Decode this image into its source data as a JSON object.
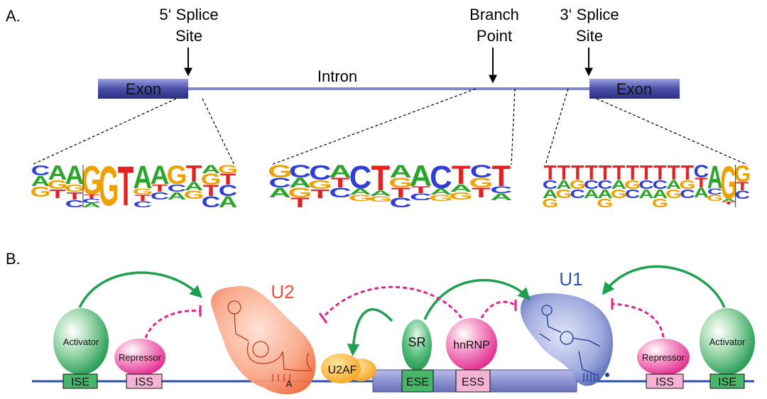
{
  "panel_a": {
    "panel_label": "A.",
    "five_prime_label": [
      "5‘ Splice",
      "Site"
    ],
    "branch_label": [
      "Branch",
      "Point"
    ],
    "three_prime_label": [
      "3‘ Splice",
      "Site"
    ],
    "exon_left": "Exon",
    "exon_right": "Exon",
    "intron": "Intron",
    "logo_5ss": [
      "C",
      "A",
      "A",
      "G",
      "G",
      "T",
      "A",
      "A",
      "G",
      "T",
      "A",
      "G"
    ],
    "logo_bp": [
      "G",
      "C",
      "C",
      "A",
      "C",
      "T",
      "A",
      "A",
      "C",
      "T",
      "C",
      "T"
    ],
    "logo_3ss": [
      "T",
      "T",
      "T",
      "T",
      "T",
      "T",
      "T",
      "T",
      "T",
      "T",
      "T",
      "C",
      "A",
      "G",
      "G"
    ]
  },
  "panel_b": {
    "panel_label": "B.",
    "u2": "U2",
    "u1": "U1",
    "u2af": "U2AF",
    "sr": "SR",
    "hnrnp": "hnRNP",
    "activator_left": "Activator",
    "activator_right": "Activator",
    "repressor_left": "Repressor",
    "repressor_right": "Repressor",
    "ise_left": "ISE",
    "iss_left": "ISS",
    "ese": "ESE",
    "ess": "ESS",
    "iss_right": "ISS",
    "ise_right": "ISE",
    "branch_a": "A"
  },
  "colors": {
    "exon": "#5a5fb0",
    "intron_line": "#7f82cc",
    "activator": "#1fa050",
    "repressor": "#e2258e",
    "u2": "#f1602f",
    "u1": "#3c55a8",
    "u2af": "#f5a020",
    "logo_A": "#2aa52a",
    "logo_C": "#2f3fd6",
    "logo_G": "#f0a000",
    "logo_T": "#e32222"
  }
}
